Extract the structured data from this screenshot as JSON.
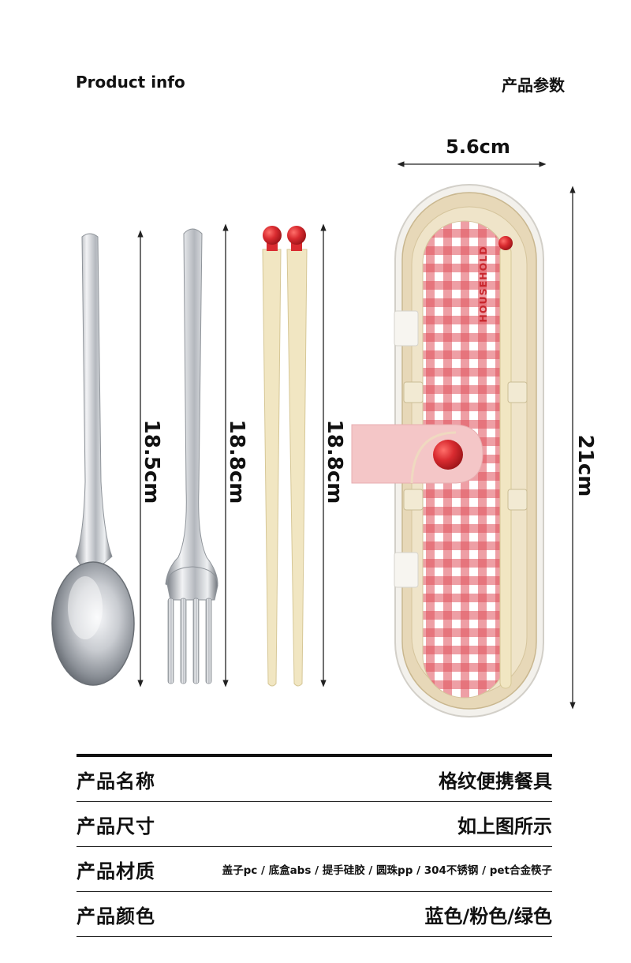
{
  "header": {
    "left_title": "Product info",
    "right_title": "产品参数"
  },
  "dimensions": {
    "box_width": "5.6cm",
    "box_length": "21cm",
    "spoon_length": "18.5cm",
    "fork_length": "18.8cm",
    "chopsticks_length": "18.8cm"
  },
  "box_print": {
    "brand": "HOUSEHOLD"
  },
  "colors": {
    "check_red": "#e0505a",
    "cap_red": "#d92b30",
    "chopstick_cream": "#f1e6c2",
    "strap_pink": "#f4c6c7",
    "case_gold": "#e7d8b8"
  },
  "specs": [
    {
      "label": "产品名称",
      "value": "格纹便携餐具"
    },
    {
      "label": "产品尺寸",
      "value": "如上图所示"
    },
    {
      "label": "产品材质",
      "value": "盖子pc / 底盒abs / 提手硅胶 / 圆珠pp / 304不锈钢 / pet合金筷子"
    },
    {
      "label": "产品颜色",
      "value": "蓝色/粉色/绿色"
    }
  ]
}
